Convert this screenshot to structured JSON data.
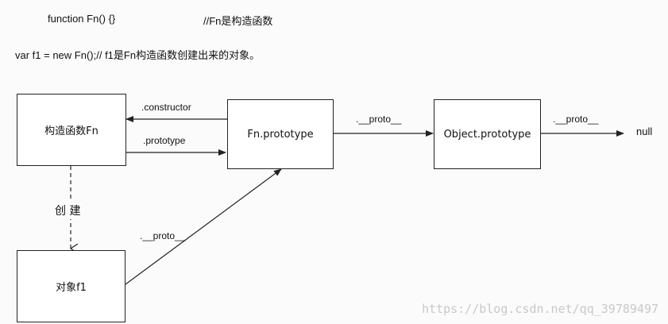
{
  "code": {
    "line1_code": "function Fn() {}",
    "line1_comment": "//Fn是构造函数",
    "line2": "var f1 = new Fn();// f1是Fn构造函数创建出来的对象。"
  },
  "nodes": {
    "constructor_fn": "构造函数Fn",
    "fn_prototype": "Fn.prototype",
    "object_prototype": "Object.prototype",
    "instance_f1": "对象f1",
    "null_terminal": "null"
  },
  "edges": {
    "constructor": ".constructor",
    "prototype": ".prototype",
    "proto_fn_to_object": ".__proto__",
    "proto_object_to_null": ".__proto__",
    "proto_f1_to_fn": ".__proto__",
    "create": "创 建"
  },
  "watermark": "https://blog.csdn.net/qq_39789497",
  "colors": {
    "line": "#222222",
    "box_border": "#222222",
    "watermark": "#c9c9c9"
  }
}
